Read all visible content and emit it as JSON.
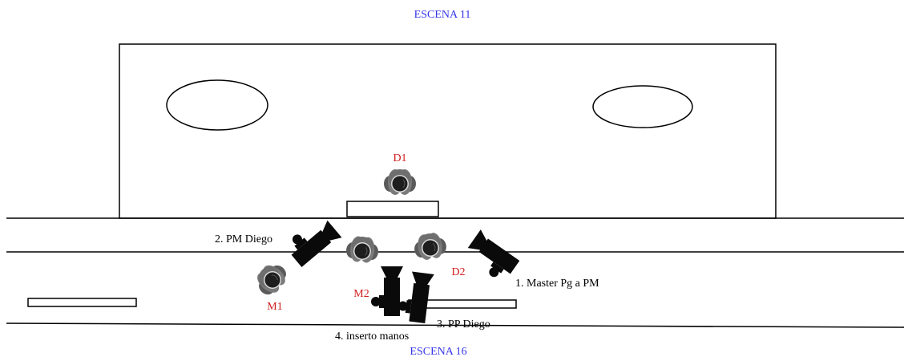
{
  "scene_top": {
    "label": "ESCENA 11",
    "color": "#3535e8"
  },
  "scene_bottom": {
    "label": "ESCENA 16",
    "color": "#3535e8"
  },
  "actors": {
    "d1": {
      "label": "D1",
      "color": "#d01c1c"
    },
    "d2": {
      "label": "D2",
      "color": "#d01c1c"
    },
    "m1": {
      "label": "M1",
      "color": "#d01c1c"
    },
    "m2": {
      "label": "M2",
      "color": "#d01c1c"
    }
  },
  "cameras": {
    "cam1": {
      "label": "1. Master Pg a PM",
      "icon": "camera-icon"
    },
    "cam2": {
      "label": "2. PM Diego",
      "icon": "camera-icon"
    },
    "cam3": {
      "label": "3. PP Diego",
      "icon": "camera-icon"
    },
    "cam4": {
      "label": "4. inserto manos",
      "icon": "camera-icon"
    }
  }
}
